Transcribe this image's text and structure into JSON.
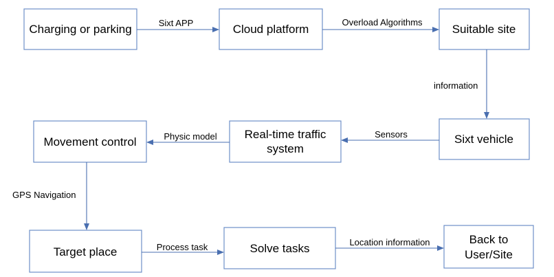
{
  "colors": {
    "box_border": "#6d8fc7",
    "arrow": "#4a6fb0",
    "text": "#000000",
    "background": "#ffffff"
  },
  "nodes": {
    "charging_or_parking": "Charging or parking",
    "cloud_platform": "Cloud platform",
    "suitable_site": "Suitable site",
    "sixt_vehicle": "Sixt vehicle",
    "real_time_traffic": [
      "Real-time traffic",
      "system"
    ],
    "movement_control": "Movement control",
    "target_place": "Target place",
    "solve_tasks": "Solve tasks",
    "back_to_user_site": [
      "Back to",
      "User/Site"
    ]
  },
  "edges": {
    "sixt_app": "Sixt APP",
    "overload_algorithms": "Overload Algorithms",
    "information": "information",
    "sensors": "Sensors",
    "physic_model": "Physic model",
    "gps_navigation": "GPS Navigation",
    "process_task": "Process task",
    "location_information": "Location information"
  }
}
